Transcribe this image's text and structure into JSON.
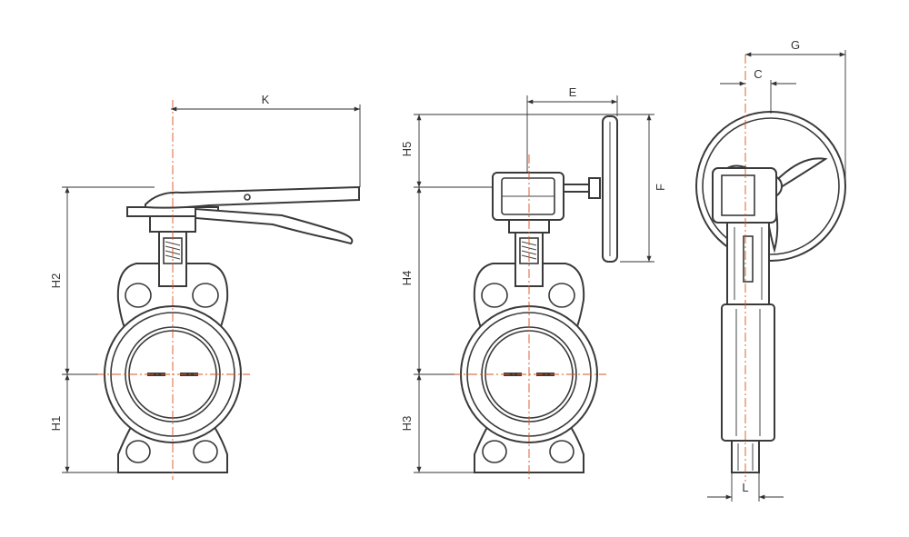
{
  "labels": {
    "K": "K",
    "H1": "H1",
    "H2": "H2",
    "E": "E",
    "F": "F",
    "H3": "H3",
    "H4": "H4",
    "H5": "H5",
    "G": "G",
    "C": "C",
    "L": "L"
  },
  "colors": {
    "outline": "#3a3a3a",
    "centerline": "#d9531e"
  }
}
